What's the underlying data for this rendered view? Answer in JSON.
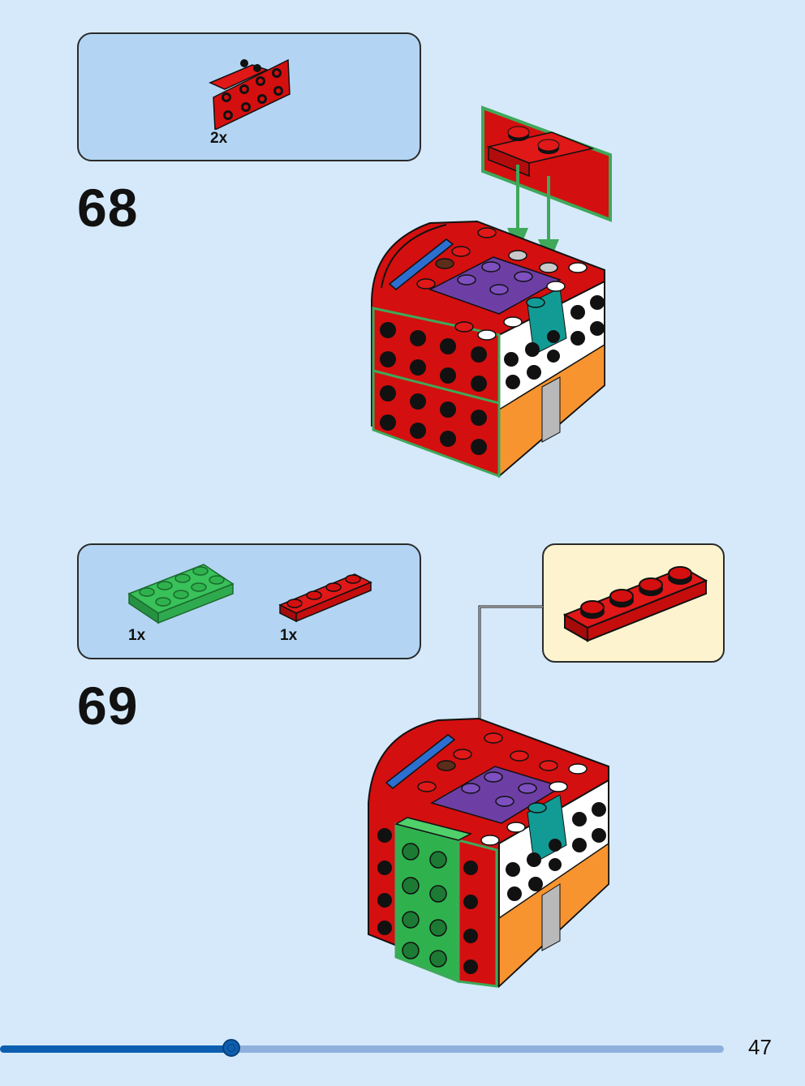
{
  "steps": [
    {
      "number": "68",
      "parts": [
        {
          "quantity": "2x",
          "name": "red 1x2 - 2x4 bracket",
          "color": "#d40f0f"
        }
      ]
    },
    {
      "number": "69",
      "parts": [
        {
          "quantity": "1x",
          "name": "green 2x4 plate",
          "color": "#2fb24d"
        },
        {
          "quantity": "1x",
          "name": "red 1x4 plate",
          "color": "#d40f0f"
        }
      ],
      "callout": {
        "name": "red 1x4 plate",
        "color": "#d40f0f"
      }
    }
  ],
  "colors": {
    "background": "#d5e9fa",
    "parts_box": "#b3d5f3",
    "callout_box": "#fdf4cf",
    "brick_red": "#d40f0f",
    "brick_green": "#2fb24d",
    "highlight_green": "#3fa85a",
    "progress": "#0c5fb0"
  },
  "progress": {
    "fraction": 0.32
  },
  "page_number": "47"
}
